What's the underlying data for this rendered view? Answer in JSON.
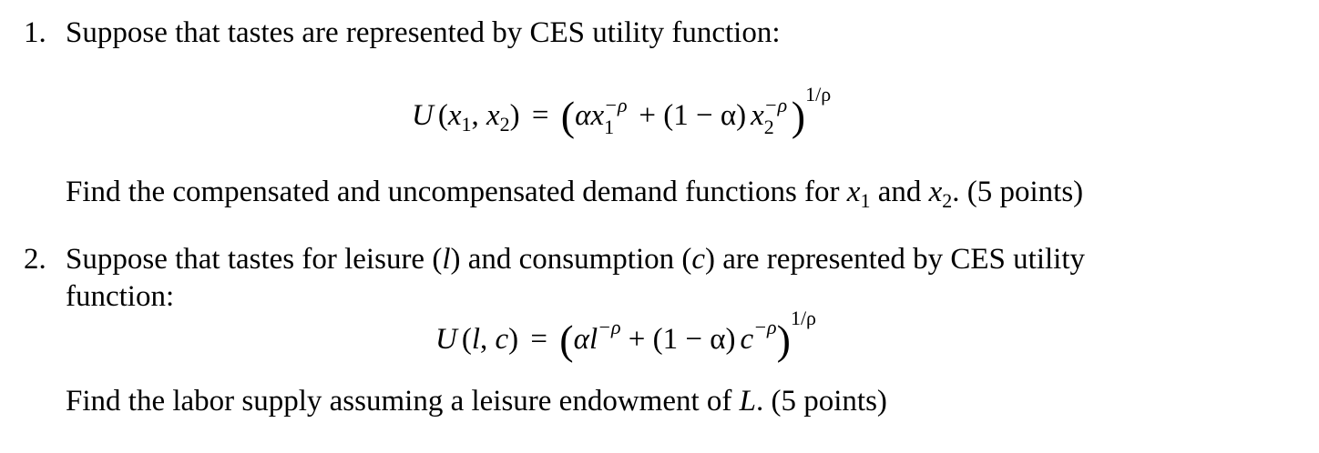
{
  "problems": [
    {
      "number": "1.",
      "intro": "Suppose that tastes are represented by CES utility function:",
      "equation": {
        "lhs_func": "U",
        "lhs_args": [
          "x",
          "1",
          "x",
          "2"
        ],
        "equals": "=",
        "alpha": "α",
        "var1": "x",
        "var1_sub": "1",
        "neg_rho": "−ρ",
        "plus": "+",
        "one_minus_alpha": "(1 − α)",
        "var2": "x",
        "var2_sub": "2",
        "exponent": "1/ρ"
      },
      "task_a": "Find the compensated and uncompensated demand functions for ",
      "task_var1": "x",
      "task_sub1": "1",
      "task_and": " and ",
      "task_var2": "x",
      "task_sub2": "2",
      "task_end": ". (5 points)"
    },
    {
      "number": "2.",
      "intro_a": "Suppose that tastes for leisure (",
      "intro_l": "l",
      "intro_b": ") and consumption (",
      "intro_c": "c",
      "intro_d": ") are represented by CES utility",
      "intro_line2": "function:",
      "equation": {
        "lhs_func": "U",
        "lhs_l": "l",
        "lhs_c": "c",
        "equals": "=",
        "alpha": "α",
        "var1": "l",
        "neg_rho": "−ρ",
        "plus": "+",
        "one_minus_alpha": "(1 − α)",
        "var2": "c",
        "exponent": "1/ρ"
      },
      "task_a": "Find the labor supply assuming a leisure endowment of ",
      "task_var": "L",
      "task_end": ". (5 points)"
    }
  ]
}
